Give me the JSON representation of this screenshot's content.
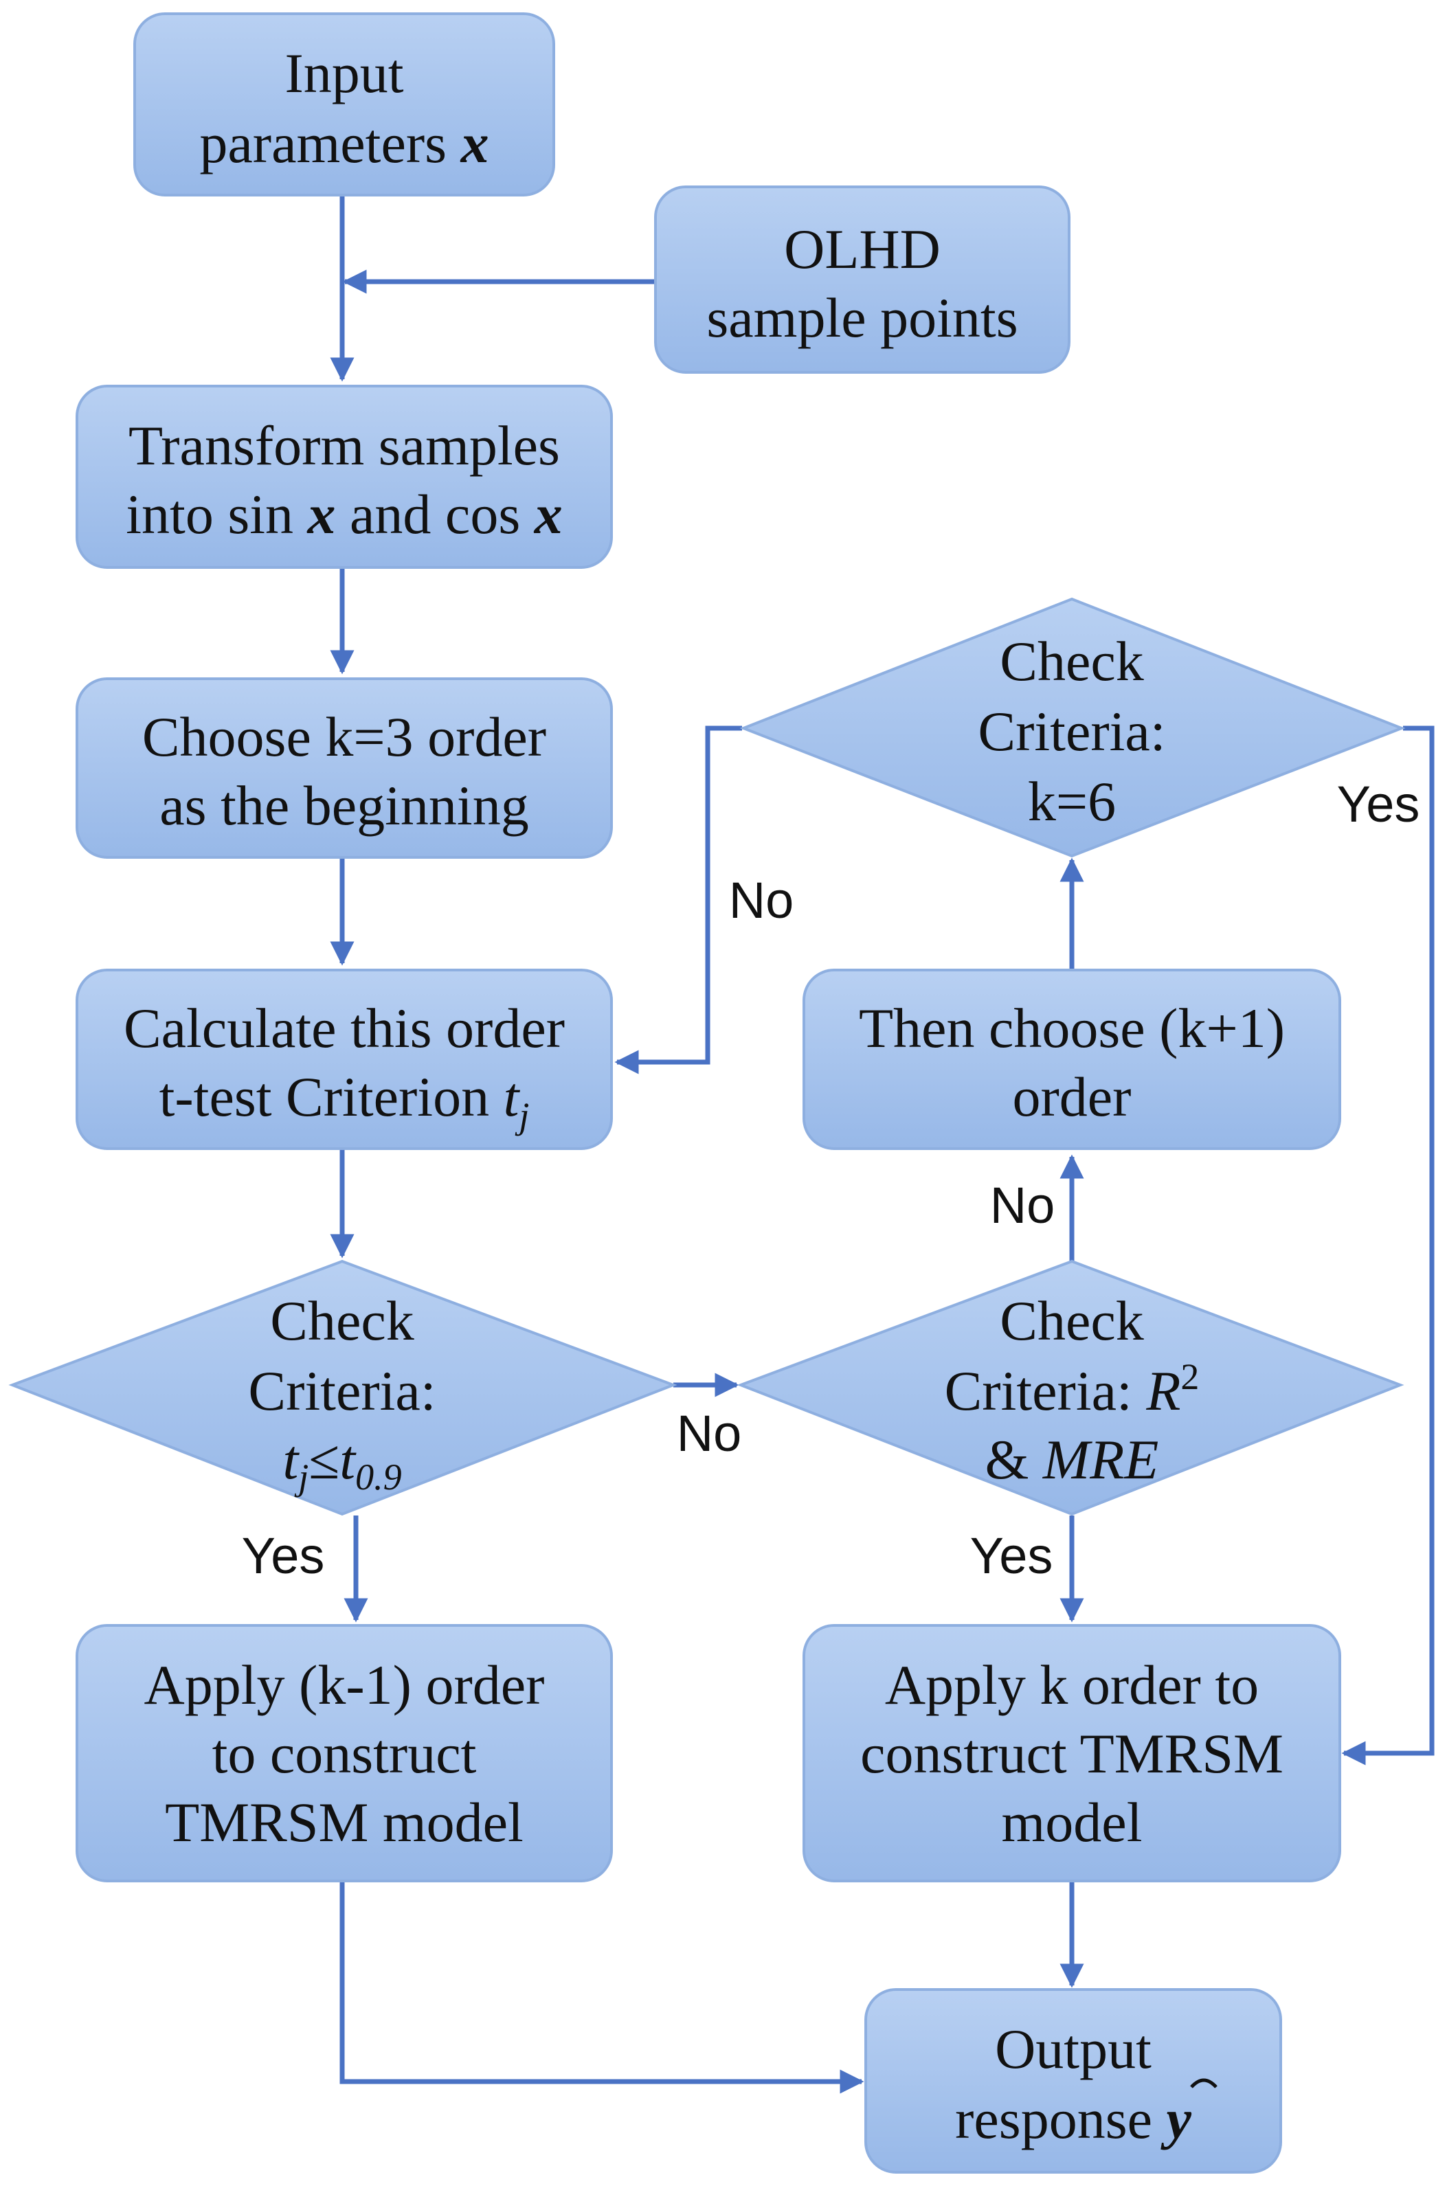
{
  "colors": {
    "node_fill_top": "#b8d0f2",
    "node_fill_bottom": "#97b8e8",
    "node_border": "#8eafe0",
    "arrow": "#4a72c4",
    "text": "#111111"
  },
  "nodes": {
    "input": {
      "line1": "Input",
      "line2_text": "parameters ",
      "line2_var": "x"
    },
    "olhd": {
      "line1": "OLHD",
      "line2": "sample points"
    },
    "transform": {
      "line1": "Transform samples",
      "line2_a": "into sin ",
      "line2_var1": "x",
      "line2_b": " and cos ",
      "line2_var2": "x"
    },
    "choose_k3": {
      "line1": "Choose k=3 order",
      "line2": "as the beginning"
    },
    "calculate": {
      "line1": "Calculate this order",
      "line2_text": "t-test Criterion ",
      "line2_var": "t",
      "line2_sub": "j"
    },
    "check_t": {
      "line1": "Check",
      "line2": "Criteria:",
      "line3_var": "t",
      "line3_sub": "j",
      "line3_op": "≤",
      "line3_var2": "t",
      "line3_sub2": "0.9"
    },
    "check_r2": {
      "line1": "Check",
      "line2_text": "Criteria: ",
      "line2_var": "R",
      "line2_sup": "2",
      "line3_text": "& ",
      "line3_var": "MRE"
    },
    "check_k6": {
      "line1": "Check",
      "line2": "Criteria:",
      "line3": "k=6"
    },
    "then_choose": {
      "line1": "Then choose (k+1)",
      "line2": "order"
    },
    "apply_k_minus_1": {
      "line1": "Apply (k-1) order",
      "line2": "to construct",
      "line3": "TMRSM model"
    },
    "apply_k": {
      "line1": "Apply k order to",
      "line2": "construct TMRSM",
      "line3": "model"
    },
    "output": {
      "line1": "Output",
      "line2_text": "response ",
      "line2_var": "y"
    }
  },
  "edge_labels": {
    "no_k6_to_calc": "No",
    "yes_k6_to_apply": "Yes",
    "no_t_to_r2": "No",
    "yes_t_to_apply": "Yes",
    "no_r2_to_then": "No",
    "yes_r2_to_apply": "Yes"
  }
}
